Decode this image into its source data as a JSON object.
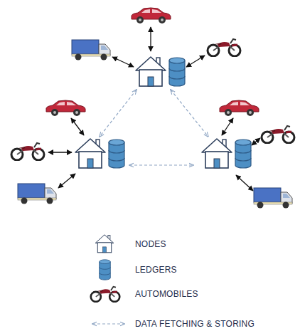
{
  "diagram": {
    "legend": [
      {
        "text": "NODES"
      },
      {
        "text": "LEDGERS"
      },
      {
        "text": "AUTOMOBILES"
      },
      {
        "text": "DATA FETCHING & STORING"
      }
    ]
  }
}
